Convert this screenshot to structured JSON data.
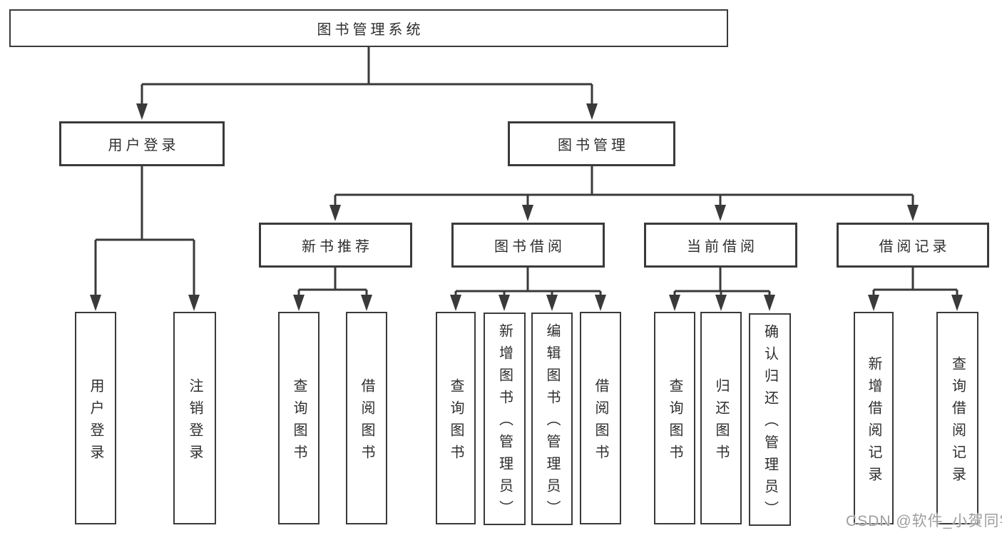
{
  "diagram": {
    "title": "图书管理系统",
    "branches": [
      {
        "label": "用户登录",
        "children": [
          {
            "label": "用户登录"
          },
          {
            "label": "注销登录"
          }
        ]
      },
      {
        "label": "图书管理",
        "children": [
          {
            "label": "新书推荐",
            "children": [
              {
                "label": "查询图书"
              },
              {
                "label": "借阅图书"
              }
            ]
          },
          {
            "label": "图书借阅",
            "children": [
              {
                "label": "查询图书"
              },
              {
                "label": "新增图书（管理员）"
              },
              {
                "label": "编辑图书（管理员）"
              },
              {
                "label": "借阅图书"
              }
            ]
          },
          {
            "label": "当前借阅",
            "children": [
              {
                "label": "查询图书"
              },
              {
                "label": "归还图书"
              },
              {
                "label": "确认归还（管理员）"
              }
            ]
          },
          {
            "label": "借阅记录",
            "children": [
              {
                "label": "新增借阅记录"
              },
              {
                "label": "查询借阅记录"
              }
            ]
          }
        ]
      }
    ]
  },
  "watermark": "CSDN @软件_小贺同学",
  "colors": {
    "line": "#3a3a3a",
    "text": "#2e2e2e",
    "watermark": "#9e9e9e",
    "background": "#ffffff"
  }
}
